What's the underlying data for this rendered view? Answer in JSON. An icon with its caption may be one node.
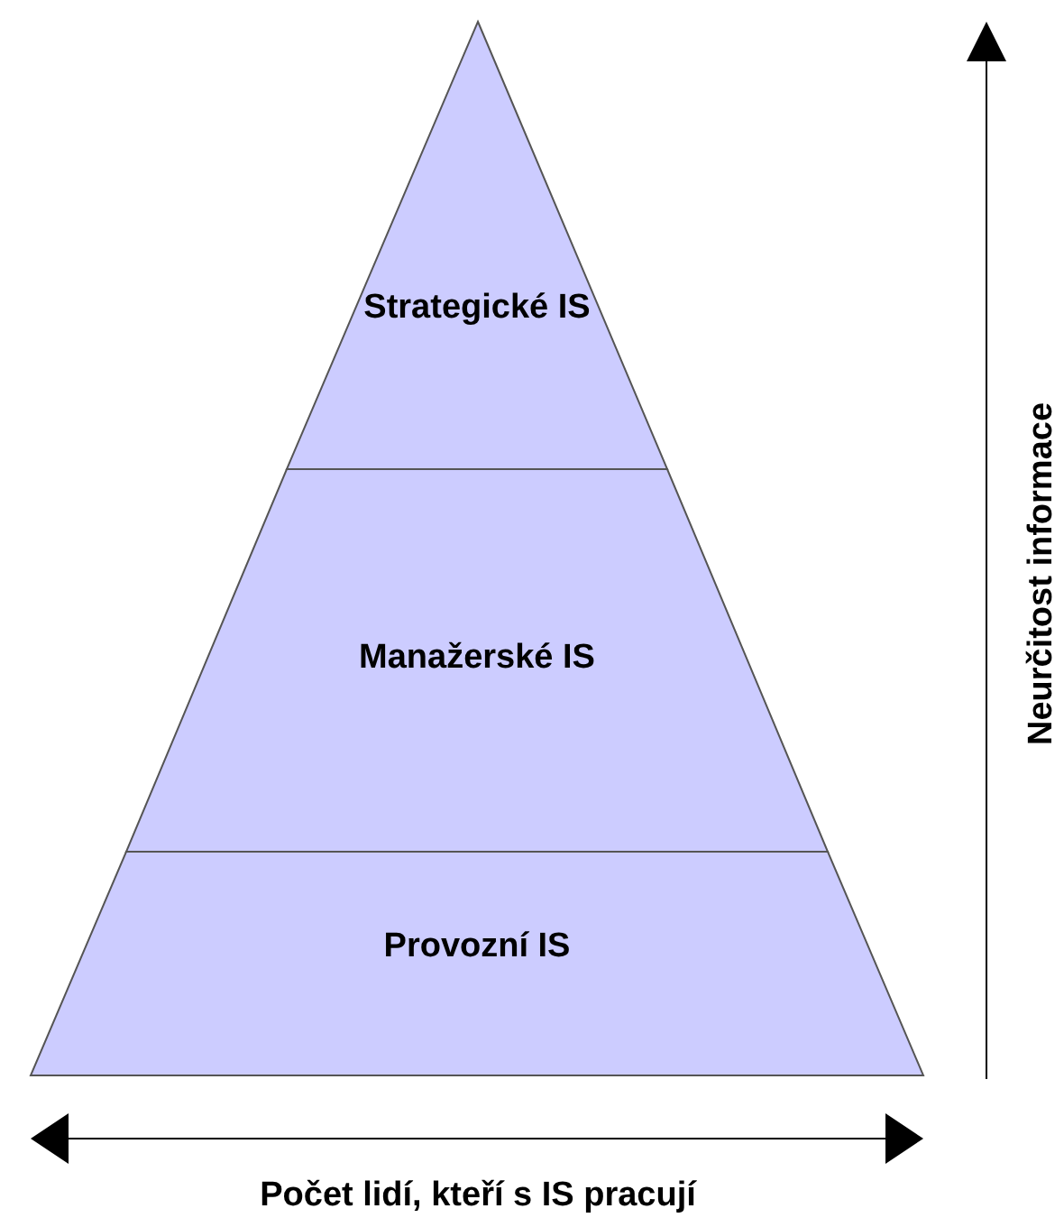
{
  "diagram": {
    "nodes": [
      {
        "text": [
          "Strategické IS"
        ]
      },
      {
        "text": [
          "Manažerské IS"
        ]
      },
      {
        "text": [
          "Provozní IS"
        ]
      }
    ],
    "labels": [
      "Neurčitost informace",
      "Počet lidí, kteří s IS pracují"
    ]
  }
}
